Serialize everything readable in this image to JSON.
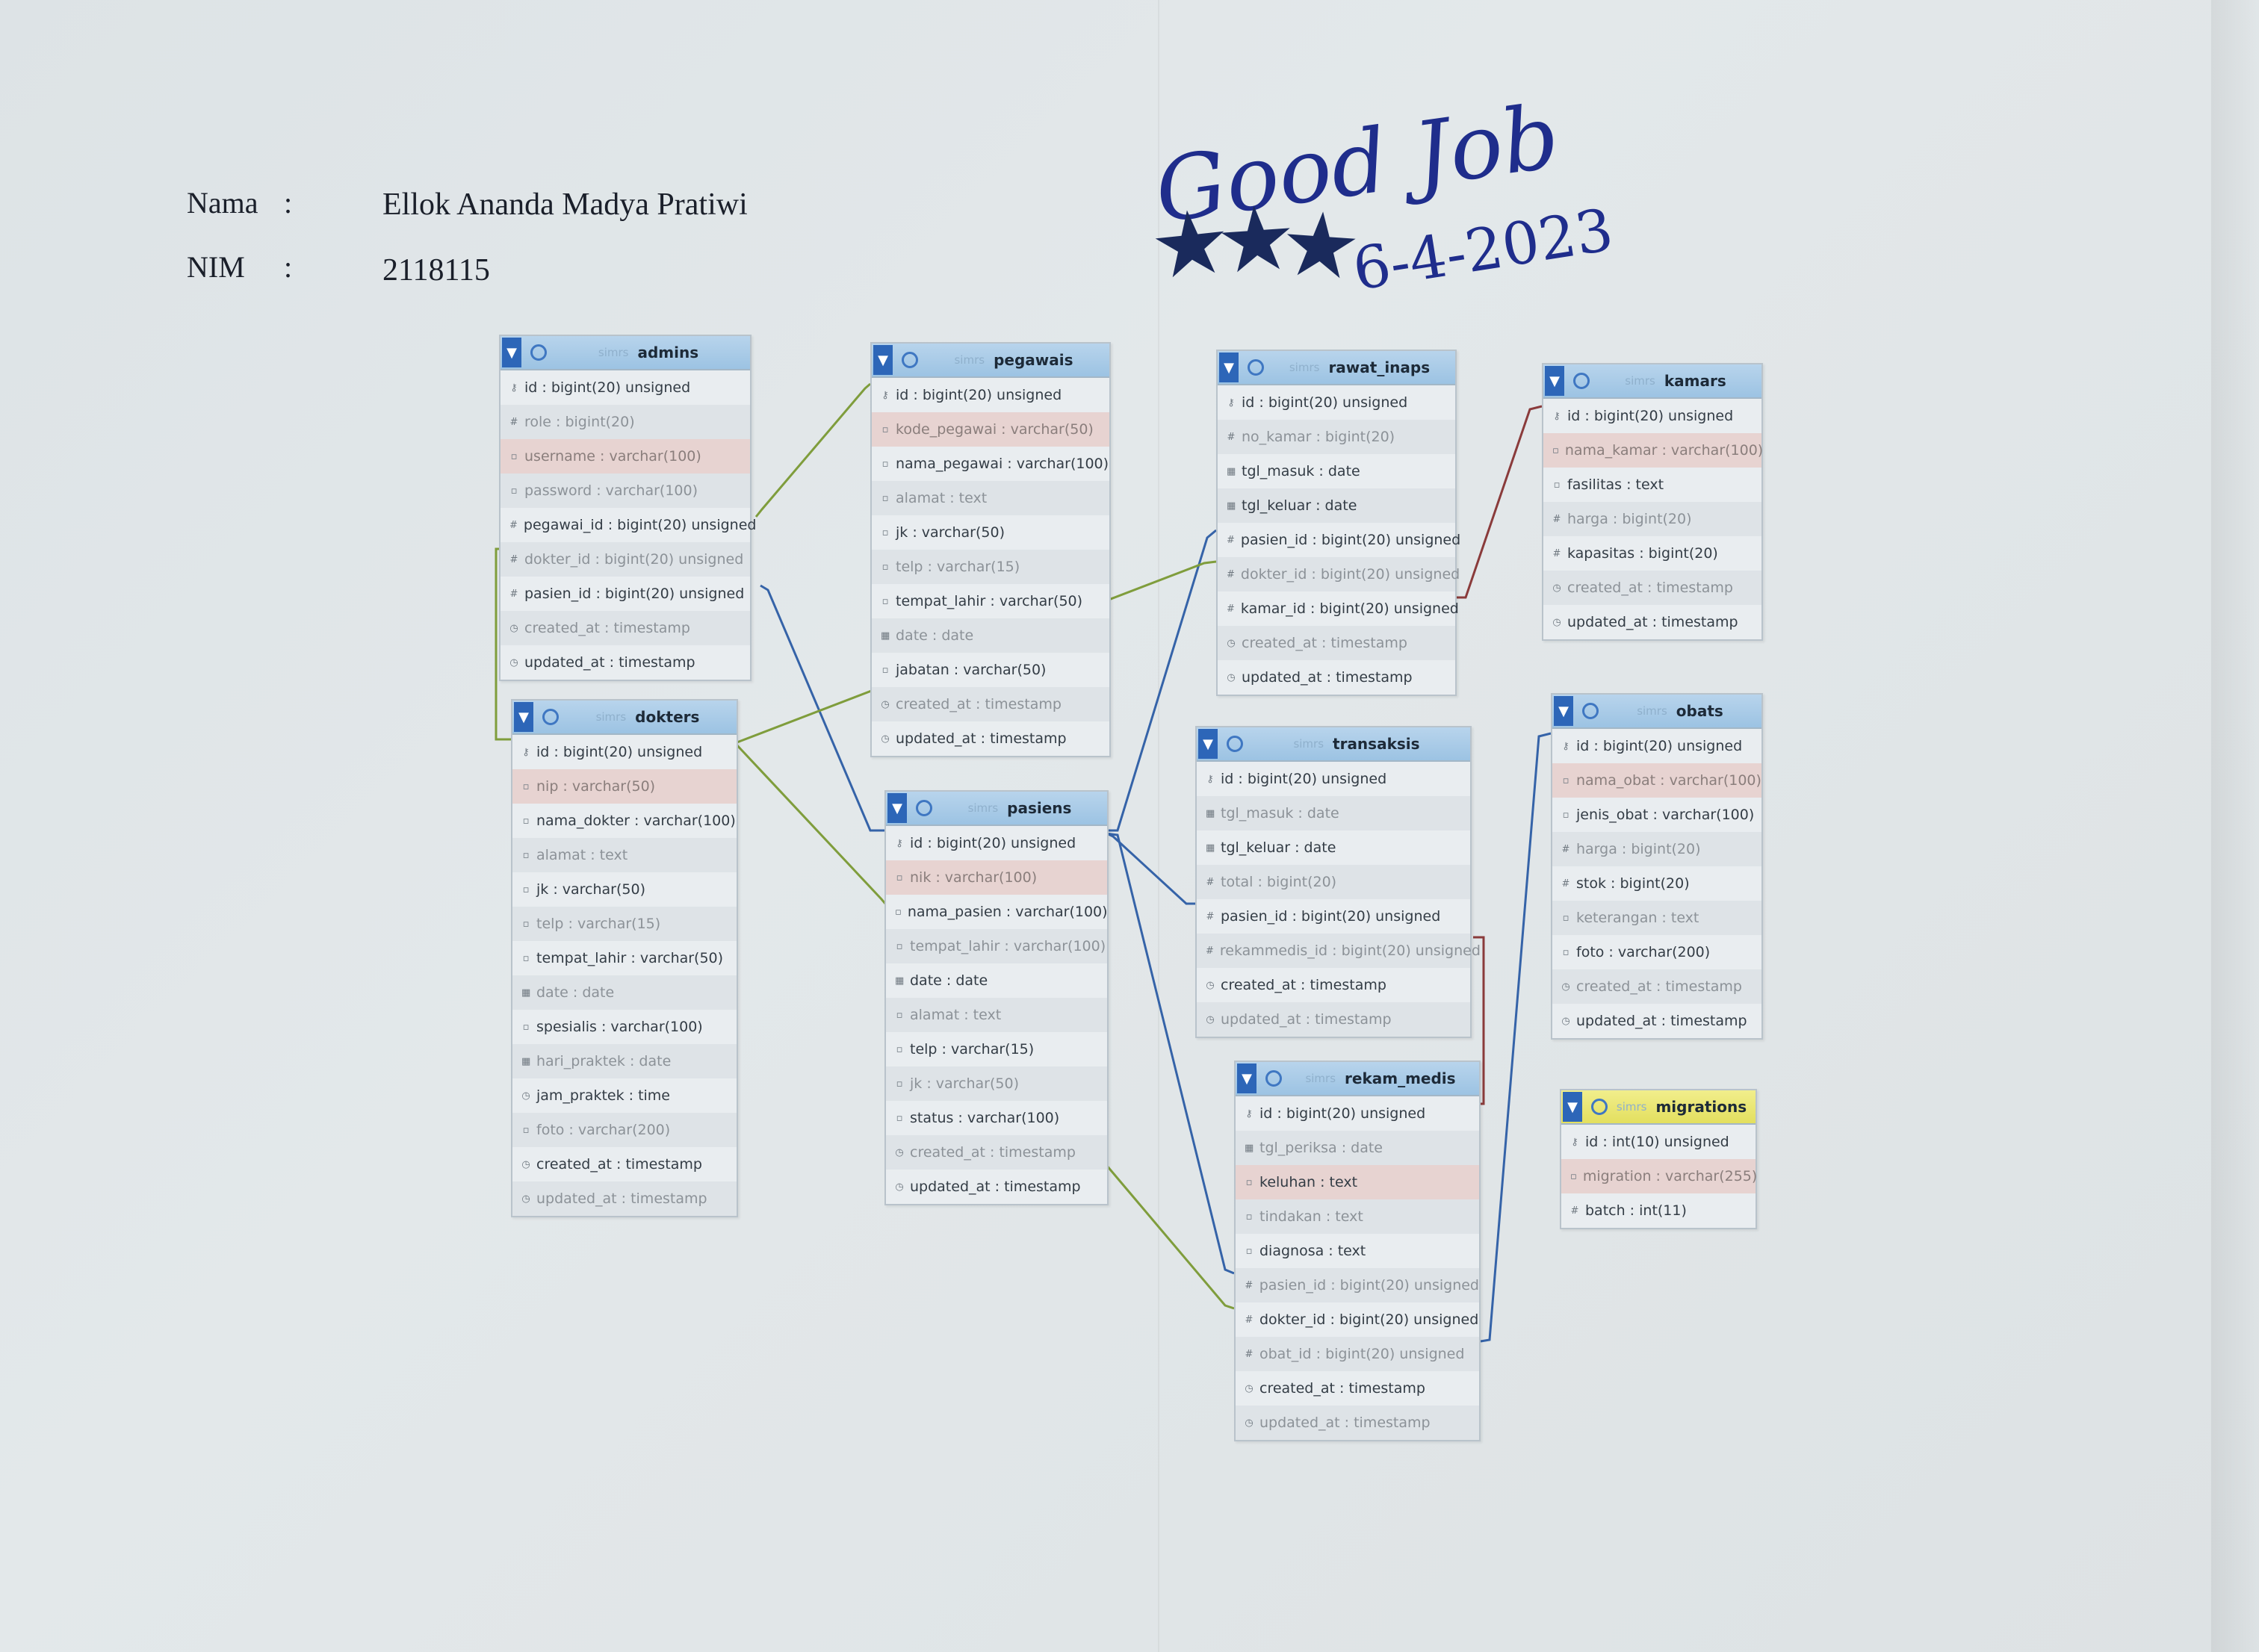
{
  "student": {
    "name_label": "Nama",
    "name_sep": ":",
    "name_value": "Ellok Ananda Madya Pratiwi",
    "nim_label": "NIM",
    "nim_sep": ":",
    "nim_value": "2118115"
  },
  "grading": {
    "comment": "Good Job",
    "stars": 3,
    "date": "6-4-2023"
  },
  "schema_label": "simrs",
  "colors": {
    "link_green": "#7f9d3c",
    "link_blue": "#3563a8",
    "link_red": "#8a3b3b",
    "ink": "#1f2d8c"
  },
  "tables": {
    "admins": {
      "name": "admins",
      "columns": [
        "id : bigint(20) unsigned",
        "role : bigint(20)",
        "username : varchar(100)",
        "password : varchar(100)",
        "pegawai_id : bigint(20) unsigned",
        "dokter_id : bigint(20) unsigned",
        "pasien_id : bigint(20) unsigned",
        "created_at : timestamp",
        "updated_at : timestamp"
      ]
    },
    "dokters": {
      "name": "dokters",
      "columns": [
        "id : bigint(20) unsigned",
        "nip : varchar(50)",
        "nama_dokter : varchar(100)",
        "alamat : text",
        "jk : varchar(50)",
        "telp : varchar(15)",
        "tempat_lahir : varchar(50)",
        "date : date",
        "spesialis : varchar(100)",
        "hari_praktek : date",
        "jam_praktek : time",
        "foto : varchar(200)",
        "created_at : timestamp",
        "updated_at : timestamp"
      ]
    },
    "pegawais": {
      "name": "pegawais",
      "columns": [
        "id : bigint(20) unsigned",
        "kode_pegawai : varchar(50)",
        "nama_pegawai : varchar(100)",
        "alamat : text",
        "jk : varchar(50)",
        "telp : varchar(15)",
        "tempat_lahir : varchar(50)",
        "date : date",
        "jabatan : varchar(50)",
        "created_at : timestamp",
        "updated_at : timestamp"
      ]
    },
    "pasiens": {
      "name": "pasiens",
      "columns": [
        "id : bigint(20) unsigned",
        "nik : varchar(100)",
        "nama_pasien : varchar(100)",
        "tempat_lahir : varchar(100)",
        "date : date",
        "alamat : text",
        "telp : varchar(15)",
        "jk : varchar(50)",
        "status : varchar(100)",
        "created_at : timestamp",
        "updated_at : timestamp"
      ]
    },
    "rawat_inaps": {
      "name": "rawat_inaps",
      "columns": [
        "id : bigint(20) unsigned",
        "no_kamar : bigint(20)",
        "tgl_masuk : date",
        "tgl_keluar : date",
        "pasien_id : bigint(20) unsigned",
        "dokter_id : bigint(20) unsigned",
        "kamar_id : bigint(20) unsigned",
        "created_at : timestamp",
        "updated_at : timestamp"
      ]
    },
    "transaksis": {
      "name": "transaksis",
      "columns": [
        "id : bigint(20) unsigned",
        "tgl_masuk : date",
        "tgl_keluar : date",
        "total : bigint(20)",
        "pasien_id : bigint(20) unsigned",
        "rekammedis_id : bigint(20) unsigned",
        "created_at : timestamp",
        "updated_at : timestamp"
      ]
    },
    "rekam_medis": {
      "name": "rekam_medis",
      "columns": [
        "id : bigint(20) unsigned",
        "tgl_periksa : date",
        "keluhan : text",
        "tindakan : text",
        "diagnosa : text",
        "pasien_id : bigint(20) unsigned",
        "dokter_id : bigint(20) unsigned",
        "obat_id : bigint(20) unsigned",
        "created_at : timestamp",
        "updated_at : timestamp"
      ]
    },
    "kamars": {
      "name": "kamars",
      "columns": [
        "id : bigint(20) unsigned",
        "nama_kamar : varchar(100)",
        "fasilitas : text",
        "harga : bigint(20)",
        "kapasitas : bigint(20)",
        "created_at : timestamp",
        "updated_at : timestamp"
      ]
    },
    "obats": {
      "name": "obats",
      "columns": [
        "id : bigint(20) unsigned",
        "nama_obat : varchar(100)",
        "jenis_obat : varchar(100)",
        "harga : bigint(20)",
        "stok : bigint(20)",
        "keterangan : text",
        "foto : varchar(200)",
        "created_at : timestamp",
        "updated_at : timestamp"
      ]
    },
    "migrations": {
      "name": "migrations",
      "columns": [
        "id : int(10) unsigned",
        "migration : varchar(255)",
        "batch : int(11)"
      ]
    }
  },
  "relations": [
    {
      "from": "admins.pegawai_id",
      "to": "pegawais.id",
      "color": "green"
    },
    {
      "from": "admins.dokter_id",
      "to": "dokters.id",
      "color": "green"
    },
    {
      "from": "admins.pasien_id",
      "to": "pasiens.id",
      "color": "blue"
    },
    {
      "from": "rawat_inaps.pasien_id",
      "to": "pasiens.id",
      "color": "blue"
    },
    {
      "from": "rawat_inaps.dokter_id",
      "to": "dokters.id",
      "color": "green"
    },
    {
      "from": "rawat_inaps.kamar_id",
      "to": "kamars.id",
      "color": "red"
    },
    {
      "from": "transaksis.pasien_id",
      "to": "pasiens.id",
      "color": "blue"
    },
    {
      "from": "transaksis.rekammedis_id",
      "to": "rekam_medis.id",
      "color": "red"
    },
    {
      "from": "rekam_medis.pasien_id",
      "to": "pasiens.id",
      "color": "blue"
    },
    {
      "from": "rekam_medis.dokter_id",
      "to": "dokters.id",
      "color": "green"
    },
    {
      "from": "rekam_medis.obat_id",
      "to": "obats.id",
      "color": "blue"
    }
  ]
}
